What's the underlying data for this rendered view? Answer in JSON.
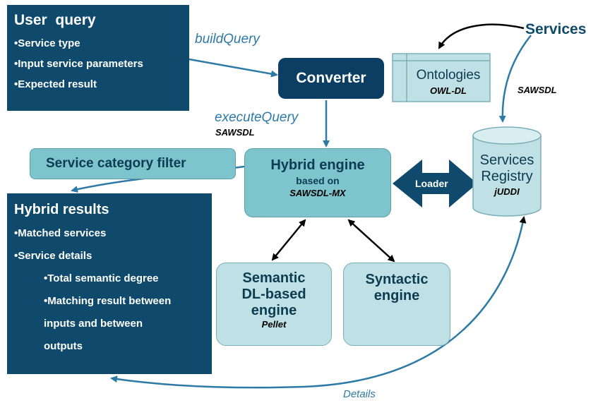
{
  "user_query": {
    "title": "User  query",
    "items": [
      "•Service type",
      "•Input service parameters",
      "•Expected result"
    ]
  },
  "hybrid_results": {
    "title": "Hybrid results",
    "items": [
      "•Matched services",
      "•Service details"
    ],
    "subitems": [
      "•Total semantic degree",
      "•Matching result between"
    ],
    "continuation": [
      "inputs and between",
      "outputs"
    ]
  },
  "converter": {
    "label": "Converter"
  },
  "ontologies": {
    "label": "Ontologies",
    "sub": "OWL-DL"
  },
  "services": {
    "label": "Services"
  },
  "registry": {
    "line1": "Services",
    "line2": "Registry",
    "sub": "jUDDI"
  },
  "filter": {
    "label": "Service category filter"
  },
  "hybrid_engine": {
    "title": "Hybrid engine",
    "based_on": "based on",
    "sub": "SAWSDL-MX"
  },
  "semantic_engine": {
    "line1": "Semantic",
    "line2": "DL-based",
    "line3": "engine",
    "sub": "Pellet"
  },
  "syntactic_engine": {
    "line1": "Syntactic",
    "line2": "engine"
  },
  "edges": {
    "build_query": "buildQuery",
    "execute_query": "executeQuery",
    "sawsdl_left": "SAWSDL",
    "sawsdl_right": "SAWSDL",
    "loader": "Loader",
    "details": "Details"
  },
  "colors": {
    "dark_box": "#0f4a6c",
    "navy": "#0b3e62",
    "teal": "#7ec4cc",
    "light": "#bfe0e4",
    "arrow": "#2d7aa6"
  }
}
